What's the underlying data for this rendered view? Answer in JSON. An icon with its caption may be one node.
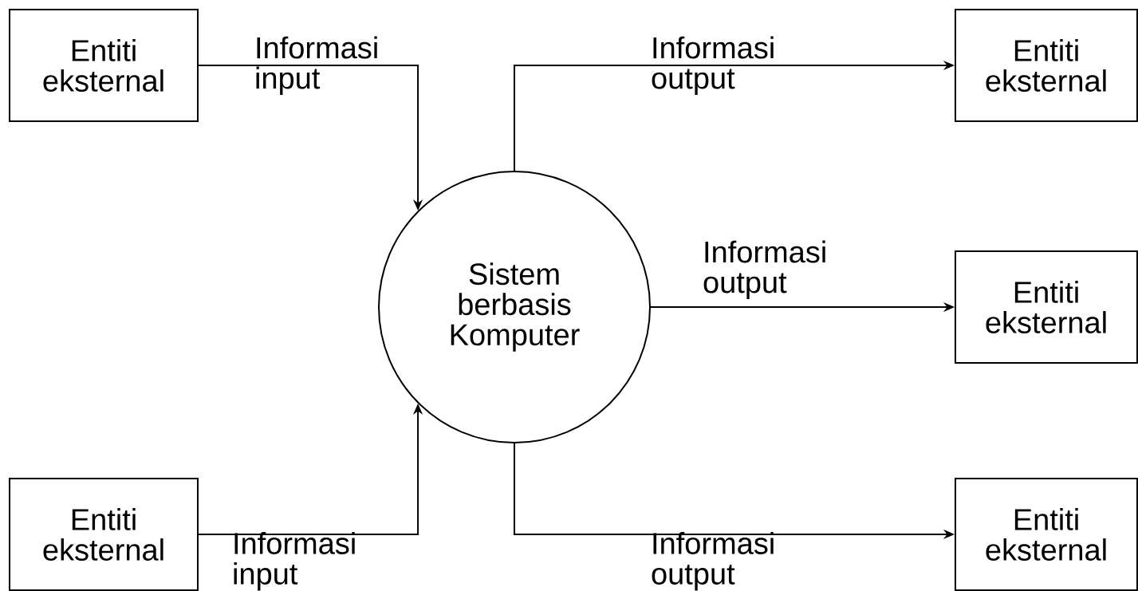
{
  "diagram": {
    "nodes": [
      {
        "text": [
          "Entiti eksternal"
        ]
      },
      {
        "text": [
          "Entiti eksternal"
        ]
      },
      {
        "text": [
          "Sistem berbasis Komputer"
        ]
      },
      {
        "text": [
          "Entiti eksternal"
        ]
      },
      {
        "text": [
          "Entiti eksternal"
        ]
      },
      {
        "text": [
          "Entiti eksternal"
        ]
      }
    ],
    "edges": [
      {
        "from": 0,
        "to": 2,
        "arrow": "to",
        "label": "Informasi input"
      },
      {
        "from": 1,
        "to": 2,
        "arrow": "to",
        "label": "Informasi input"
      },
      {
        "from": 2,
        "to": 3,
        "arrow": "to",
        "label": "Informasi output"
      },
      {
        "from": 2,
        "to": 4,
        "arrow": "to",
        "label": "Informasi output"
      },
      {
        "from": 2,
        "to": 5,
        "arrow": "to",
        "label": "Informasi output"
      }
    ]
  }
}
